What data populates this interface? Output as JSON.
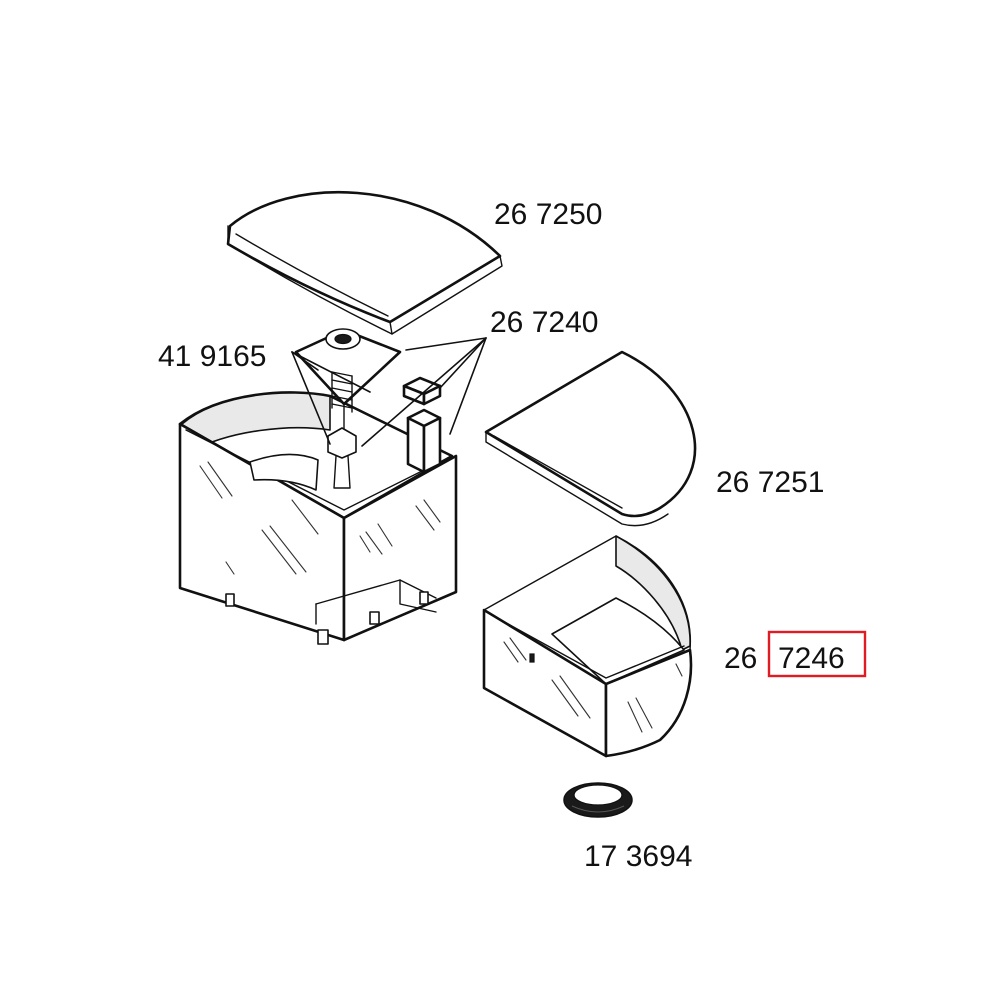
{
  "parts": {
    "lid_top": {
      "number": "26 7250"
    },
    "holder_parts": {
      "number": "26 7240"
    },
    "spring_valve": {
      "number": "41 9165"
    },
    "lid_front": {
      "number": "26 7251"
    },
    "front_container": {
      "prefix": "26",
      "number_highlighted": "7246"
    },
    "seal_ring": {
      "number": "17 3694"
    }
  },
  "highlight_color": "#e01b24"
}
